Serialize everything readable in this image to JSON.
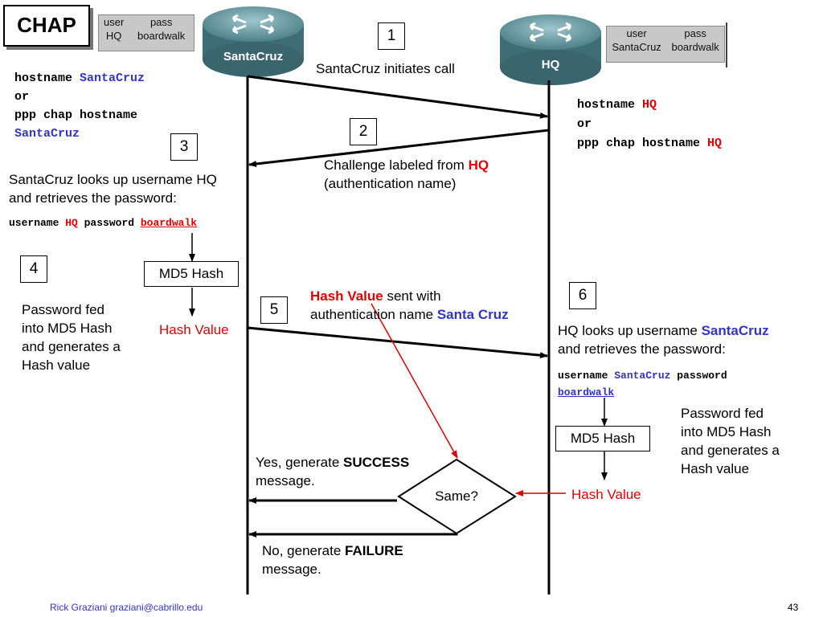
{
  "title": "CHAP",
  "routers": {
    "left": {
      "label": "SantaCruz",
      "table": {
        "h1": "user",
        "h2": "pass",
        "v1": "HQ",
        "v2": "boardwalk"
      }
    },
    "right": {
      "label": "HQ",
      "table": {
        "h1": "user",
        "h2": "pass",
        "v1": "SantaCruz",
        "v2": "boardwalk"
      }
    }
  },
  "left_config": {
    "l1a": "hostname ",
    "l1b": "SantaCruz",
    "l2": "or",
    "l3": "ppp chap hostname",
    "l4": "SantaCruz"
  },
  "right_config": {
    "l1a": "hostname ",
    "l1b": "HQ",
    "l2": "or",
    "l3a": "ppp chap hostname ",
    "l3b": "HQ"
  },
  "steps": {
    "s1": {
      "num": "1",
      "text": "SantaCruz initiates call"
    },
    "s2": {
      "num": "2",
      "text_a": "Challenge labeled from ",
      "text_b": "HQ",
      "text_c": "(authentication name)"
    },
    "s3": {
      "num": "3",
      "text1": "SantaCruz looks up username HQ",
      "text2": "and retrieves the password:",
      "cmd_a": "username ",
      "cmd_b": "HQ",
      "cmd_c": " password ",
      "cmd_d": "boardwalk"
    },
    "s4": {
      "num": "4",
      "md5": "MD5 Hash",
      "hash": "Hash Value",
      "desc1": "Password fed",
      "desc2": "into MD5 Hash",
      "desc3": "and generates a",
      "desc4": "Hash value"
    },
    "s5": {
      "num": "5",
      "text_a": "Hash Value",
      "text_b": " sent with",
      "text_c": "authentication name ",
      "text_d": "Santa Cruz"
    },
    "s6": {
      "num": "6",
      "text_a": "HQ looks up username ",
      "text_b": "SantaCruz",
      "text_c": "and retrieves the password:",
      "cmd_a": "username ",
      "cmd_b": "SantaCruz",
      "cmd_c": " password",
      "cmd_d": "boardwalk",
      "md5": "MD5 Hash",
      "hash": "Hash Value",
      "desc1": "Password fed",
      "desc2": "into MD5 Hash",
      "desc3": "and generates a",
      "desc4": "Hash value"
    }
  },
  "decision": {
    "label": "Same?",
    "yes_a": "Yes, generate ",
    "yes_b": "SUCCESS",
    "yes_c": "message.",
    "no_a": "No, generate ",
    "no_b": "FAILURE",
    "no_c": "message."
  },
  "footer": {
    "author": "Rick Graziani  graziani@cabrillo.edu",
    "page": "43"
  }
}
